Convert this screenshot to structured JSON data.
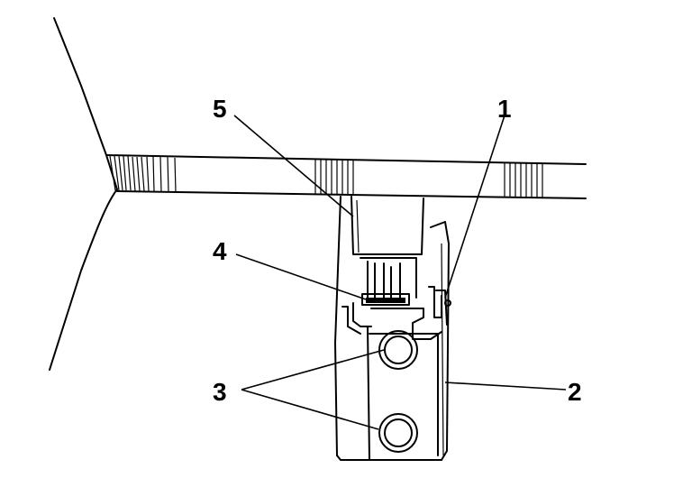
{
  "callouts": {
    "c1": "1",
    "c2": "2",
    "c3": "3",
    "c4": "4",
    "c5": "5"
  },
  "colors": {
    "ink": "#000000",
    "background": "#ffffff"
  }
}
